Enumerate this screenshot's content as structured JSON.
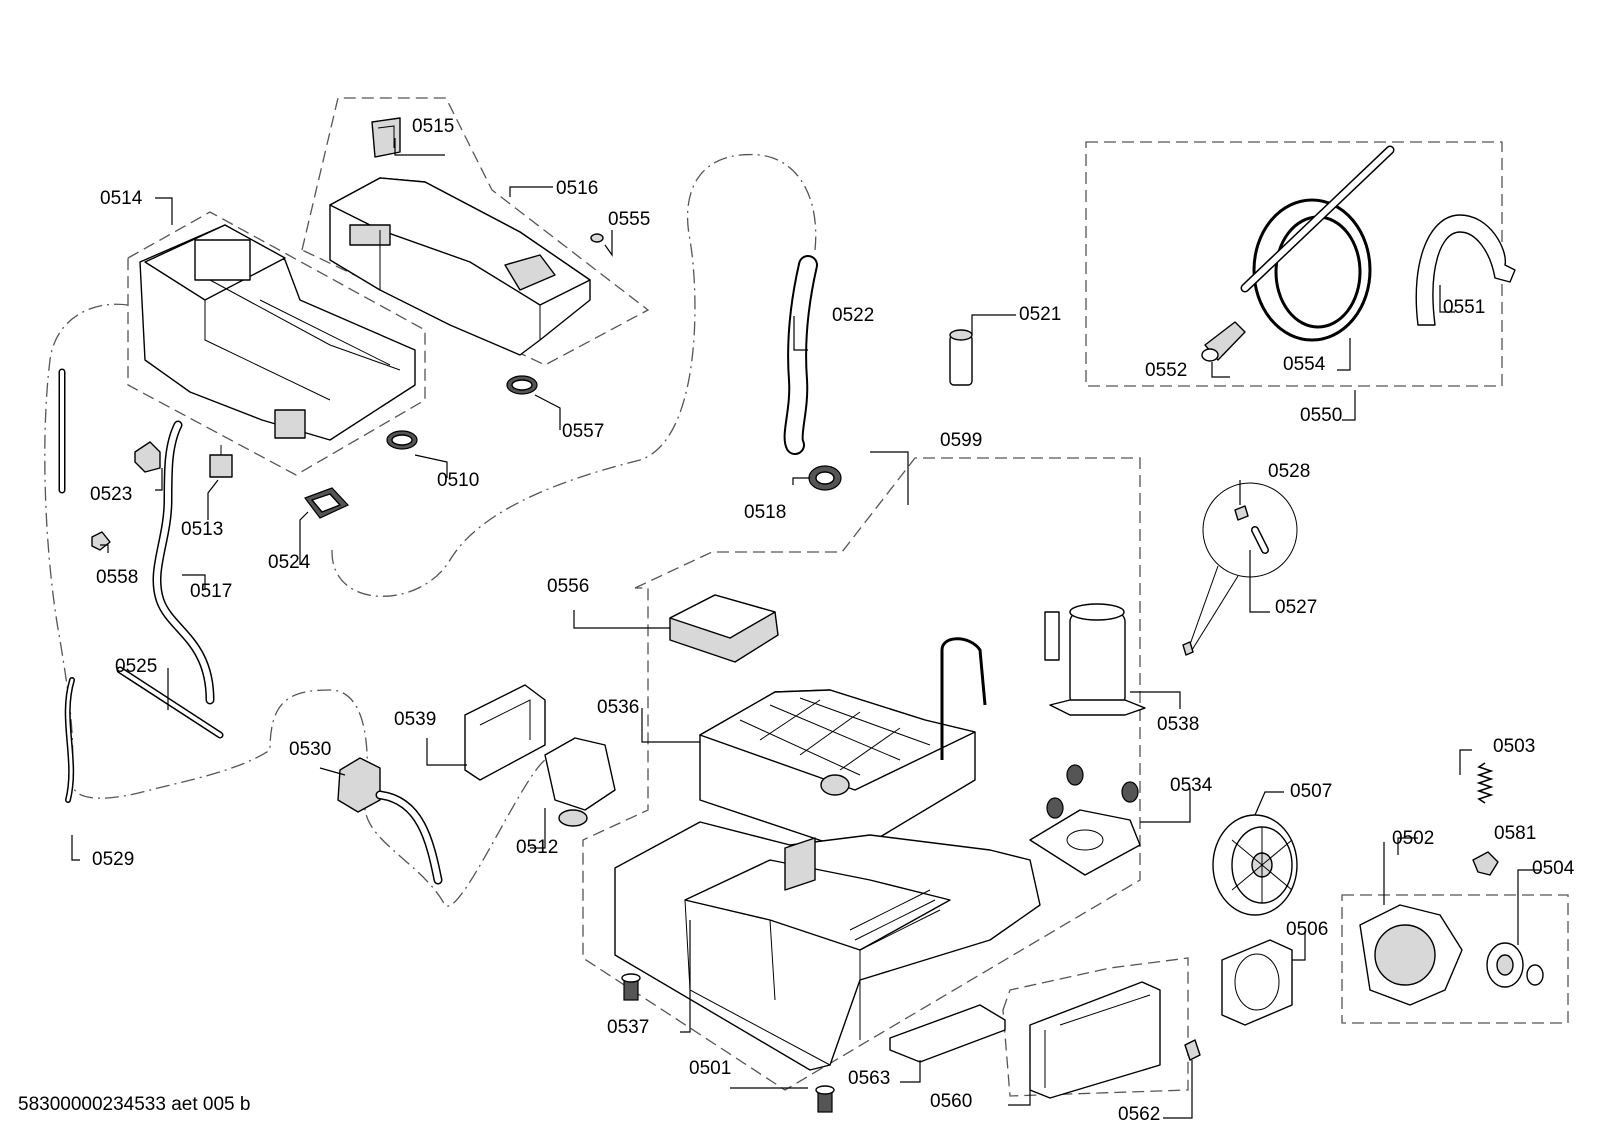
{
  "drawing": {
    "reference": "58300000234533 aet 005 b"
  },
  "labels": {
    "p0501": "0501",
    "p0502": "0502",
    "p0503": "0503",
    "p0504": "0504",
    "p0506": "0506",
    "p0507": "0507",
    "p0510": "0510",
    "p0512": "0512",
    "p0513": "0513",
    "p0514": "0514",
    "p0515": "0515",
    "p0516": "0516",
    "p0517": "0517",
    "p0518": "0518",
    "p0521": "0521",
    "p0522": "0522",
    "p0523": "0523",
    "p0524": "0524",
    "p0525": "0525",
    "p0527": "0527",
    "p0528": "0528",
    "p0529": "0529",
    "p0530": "0530",
    "p0534": "0534",
    "p0536": "0536",
    "p0537": "0537",
    "p0538": "0538",
    "p0539": "0539",
    "p0550": "0550",
    "p0551": "0551",
    "p0552": "0552",
    "p0554": "0554",
    "p0555": "0555",
    "p0556": "0556",
    "p0557": "0557",
    "p0558": "0558",
    "p0560": "0560",
    "p0562": "0562",
    "p0563": "0563",
    "p0581": "0581",
    "p0599": "0599"
  }
}
